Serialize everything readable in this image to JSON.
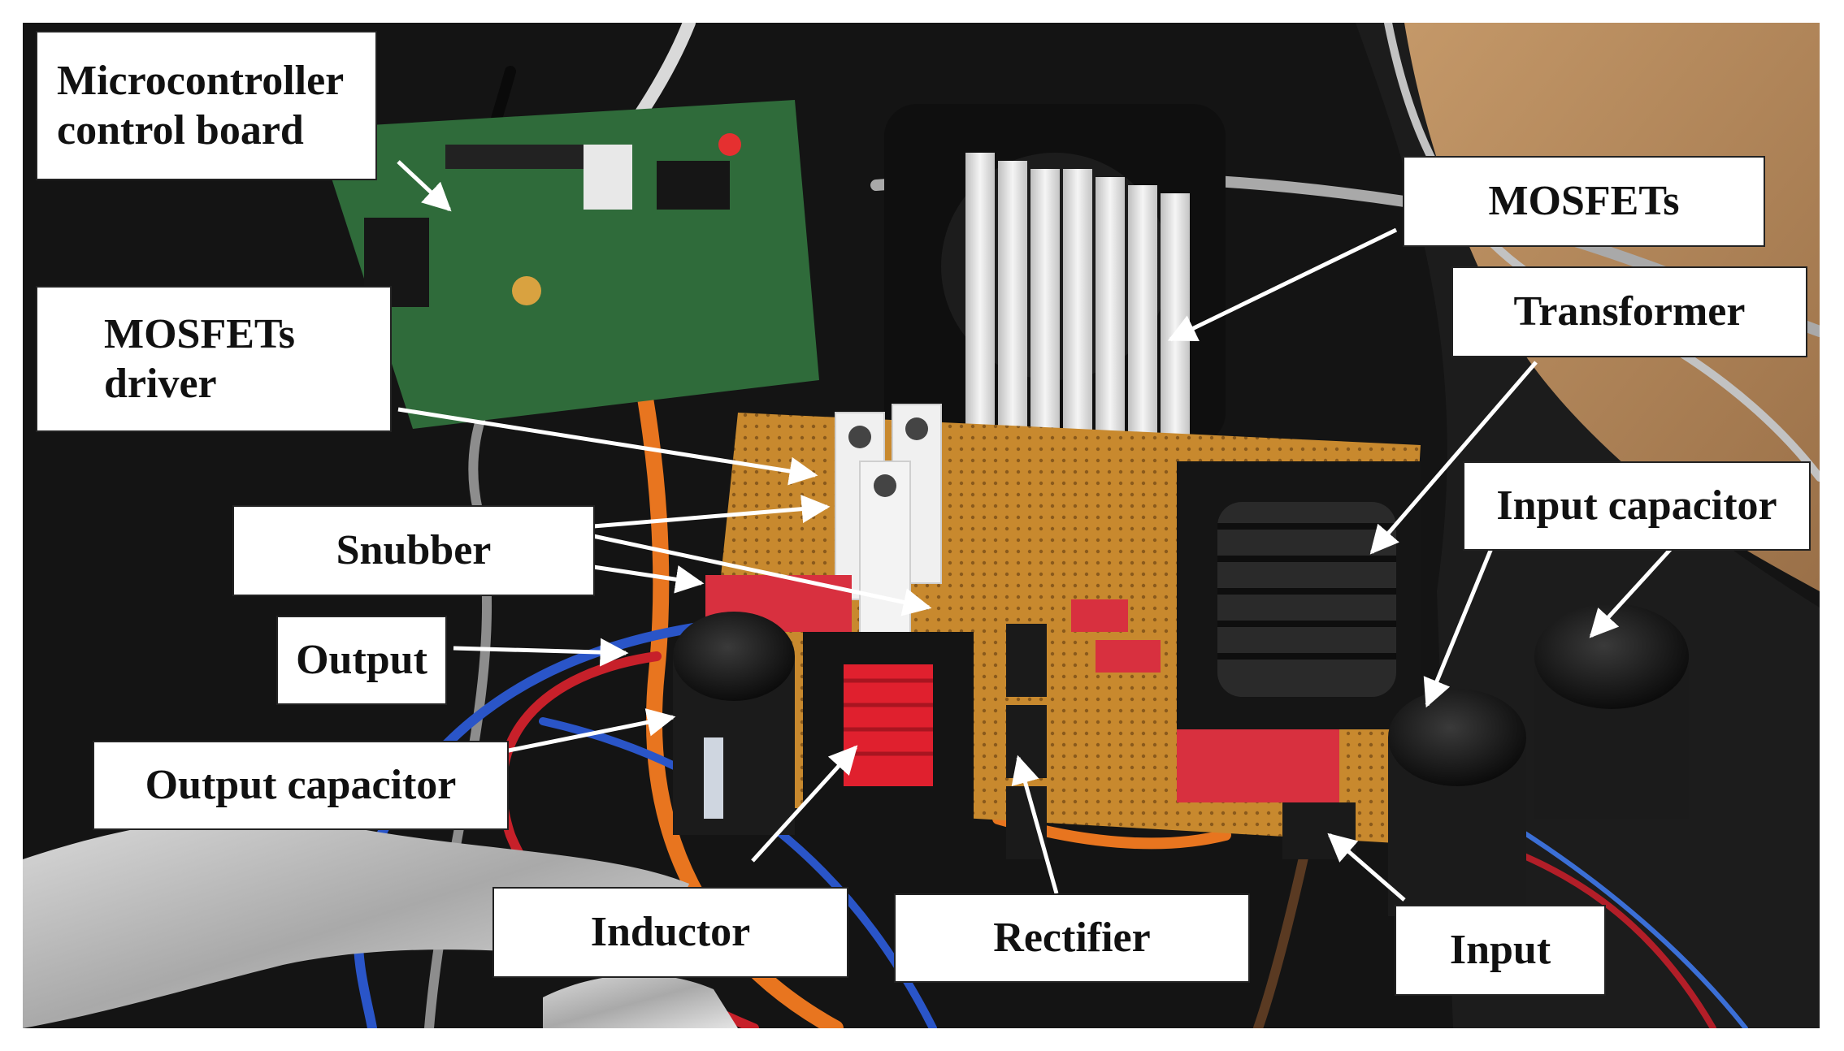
{
  "labels": {
    "mcu_board": "Microcontroller\ncontrol board",
    "mosfets_driver": "MOSFETs\ndriver",
    "snubber": "Snubber",
    "output": "Output",
    "output_capacitor": "Output capacitor",
    "inductor": "Inductor",
    "rectifier": "Rectifier",
    "input": "Input",
    "input_capacitor": "Input capacitor",
    "transformer": "Transformer",
    "mosfets": "MOSFETs"
  },
  "colors": {
    "callout_bg": "#ffffff",
    "callout_text": "#111111",
    "arrow": "#ffffff",
    "pcb": "#c8892e",
    "control_board": "#2f6b3a",
    "heatsink": "#e6e6e6",
    "capacitor": "#1b1b1b",
    "film_capacitor": "#d8303f",
    "inductor_winding": "#e0202e",
    "desk": "#121212",
    "table_wood": "#b78c5f"
  }
}
